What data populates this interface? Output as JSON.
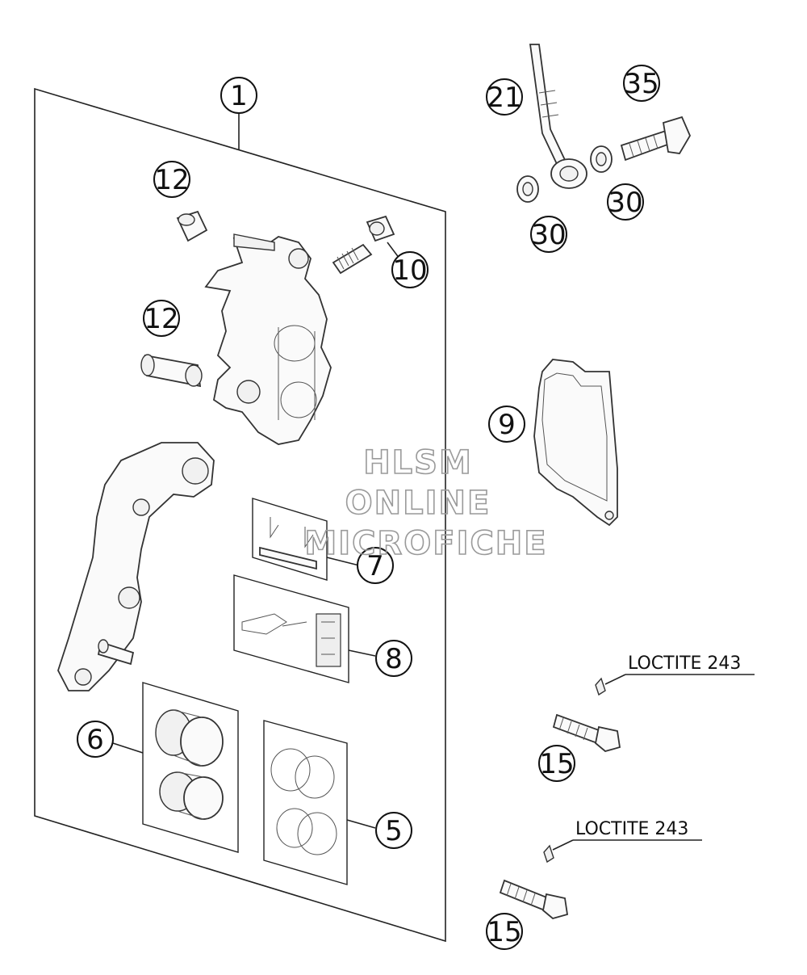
{
  "callouts": {
    "c1": "1",
    "c12a": "12",
    "c12b": "12",
    "c10": "10",
    "c21": "21",
    "c35": "35",
    "c30a": "30",
    "c30b": "30",
    "c9": "9",
    "c7": "7",
    "c8": "8",
    "c6": "6",
    "c5": "5",
    "c15a": "15",
    "c15b": "15"
  },
  "notes": {
    "loctite_a": "LOCTITE 243",
    "loctite_b": "LOCTITE 243"
  },
  "watermark": {
    "line1": "HLSM",
    "line2": "ONLINE",
    "line3": "MICROFICHE"
  }
}
